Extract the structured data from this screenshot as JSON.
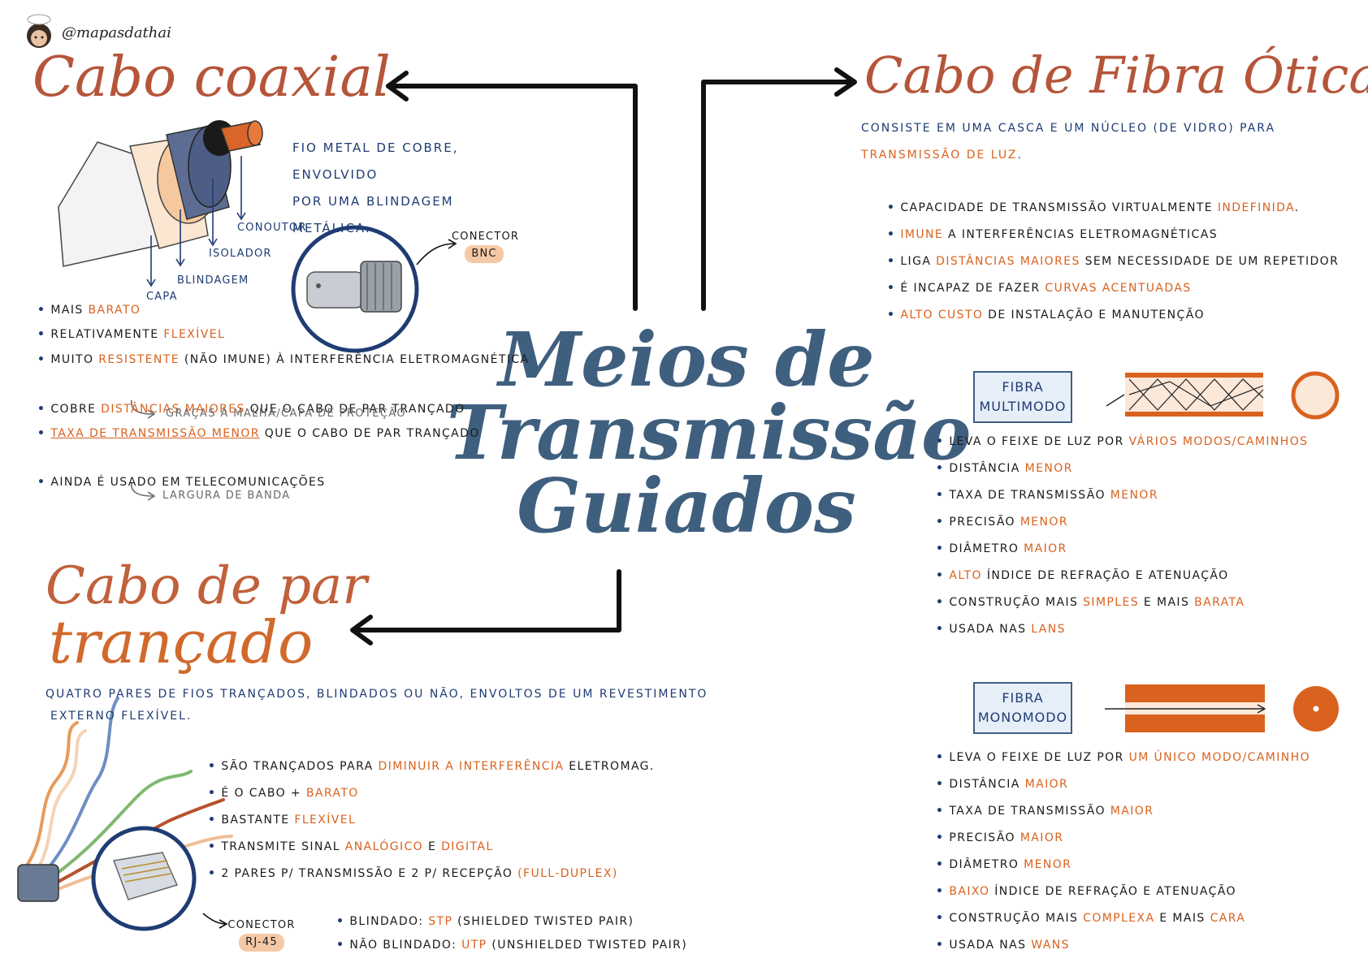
{
  "handle": "@mapasdathai",
  "center_title": {
    "l1": "Meios de",
    "l2": "Transmissão",
    "l3": "Guiados"
  },
  "coaxial": {
    "title": "Cabo coaxial",
    "description": [
      "Fio metal de cobre, envolvido",
      "por uma blindagem metálica."
    ],
    "labels": {
      "condutor": "Conoutor",
      "isolador": "Isolador",
      "blindagem": "Blindagem",
      "capa": "Capa"
    },
    "connector": {
      "label": "Conector",
      "name": "BNC"
    },
    "bullets": [
      {
        "pre": "Mais ",
        "hl": "barato",
        "post": ""
      },
      {
        "pre": "Relativamente ",
        "hl": "flexível",
        "post": ""
      },
      {
        "pre": "Muito ",
        "hl": "resistente",
        "post": " (não imune) à interferência eletromagnética"
      },
      {
        "pre": "Cobre ",
        "hl": "distâncias maiores",
        "post": " que o cabo de par trançado"
      },
      {
        "pre": "",
        "hl": "Taxa de transmissão menor",
        "post": " que o cabo de par trançado"
      },
      {
        "pre": "Ainda é usado em telecomunicações",
        "hl": "",
        "post": ""
      }
    ],
    "sub_notes": [
      "Graças à malha/capa de proteção",
      "Largura de banda"
    ]
  },
  "fibra": {
    "title": "Cabo de Fibra Ótica",
    "description": {
      "pre": "Consiste em uma casca e um núcleo (de vidro) para ",
      "hl": "transmissão de luz",
      "post": "."
    },
    "bullets": [
      {
        "pre": "Capacidade de transmissão virtualmente ",
        "hl": "indefinida",
        "post": "."
      },
      {
        "pre": "",
        "hl": "Imune",
        "post": " a interferências eletromagnéticas"
      },
      {
        "pre": "Liga ",
        "hl": "distâncias maiores",
        "post": " sem necessidade de um repetidor"
      },
      {
        "pre": "É incapaz de fazer ",
        "hl": "curvas acentuadas",
        "post": ""
      },
      {
        "pre": "",
        "hl": "Alto custo",
        "post": " de instalação e manutenção"
      }
    ],
    "multimodo": {
      "tag_l1": "Fibra",
      "tag_l2": "Multimodo",
      "bullets": [
        {
          "pre": "Leva o feixe de luz por ",
          "hl": "vários modos/caminhos",
          "post": ""
        },
        {
          "pre": "Distância ",
          "hl": "menor",
          "post": ""
        },
        {
          "pre": "Taxa de transmissão ",
          "hl": "menor",
          "post": ""
        },
        {
          "pre": "Precisão ",
          "hl": "menor",
          "post": ""
        },
        {
          "pre": "Diâmetro ",
          "hl": "maior",
          "post": ""
        },
        {
          "pre": "",
          "hl": "Alto",
          "post": " índice de refração e atenuação"
        },
        {
          "pre": "Construção mais ",
          "hl": "simples",
          "post": " e mais ",
          "hl2": "barata"
        },
        {
          "pre": "Usada nas ",
          "hl": "LANs",
          "post": ""
        }
      ]
    },
    "monomodo": {
      "tag_l1": "Fibra",
      "tag_l2": "Monomodo",
      "bullets": [
        {
          "pre": "Leva o feixe de luz por ",
          "hl": "um único modo/caminho",
          "post": ""
        },
        {
          "pre": "Distância ",
          "hl": "maior",
          "post": ""
        },
        {
          "pre": "Taxa de transmissão ",
          "hl": "maior",
          "post": ""
        },
        {
          "pre": "Precisão ",
          "hl": "maior",
          "post": ""
        },
        {
          "pre": "Diâmetro ",
          "hl": "menor",
          "post": ""
        },
        {
          "pre": "",
          "hl": "Baixo",
          "post": " índice de refração e atenuação"
        },
        {
          "pre": "Construção mais ",
          "hl": "complexa",
          "post": " e mais ",
          "hl2": "cara"
        },
        {
          "pre": "Usada nas ",
          "hl": "WANs",
          "post": ""
        }
      ]
    }
  },
  "par": {
    "title_l1": "Cabo de par",
    "title_l2": "trançado",
    "description": [
      "Quatro pares de fios trançados, blindados ou não, envoltos de um revestimento",
      "externo flexível."
    ],
    "bullets": [
      {
        "pre": "São trançados para ",
        "hl": "diminuir a interferência",
        "post": " eletromag."
      },
      {
        "pre": "É o cabo + ",
        "hl": "barato",
        "post": ""
      },
      {
        "pre": "Bastante ",
        "hl": "flexível",
        "post": ""
      },
      {
        "pre": "Transmite sinal ",
        "hl": "analógico",
        "post": " e ",
        "hl2": "digital"
      },
      {
        "pre": "2 pares p/ transmissão e 2 p/ recepção ",
        "hl": "(full-duplex)",
        "post": ""
      }
    ],
    "connector": {
      "label": "Conector",
      "name": "RJ-45"
    },
    "types": [
      {
        "pre": "Blindado: ",
        "hl": "STP",
        "post": " (shielded twisted pair)"
      },
      {
        "pre": "Não blindado: ",
        "hl": "UTP",
        "post": " (unshielded twisted pair)"
      }
    ]
  }
}
